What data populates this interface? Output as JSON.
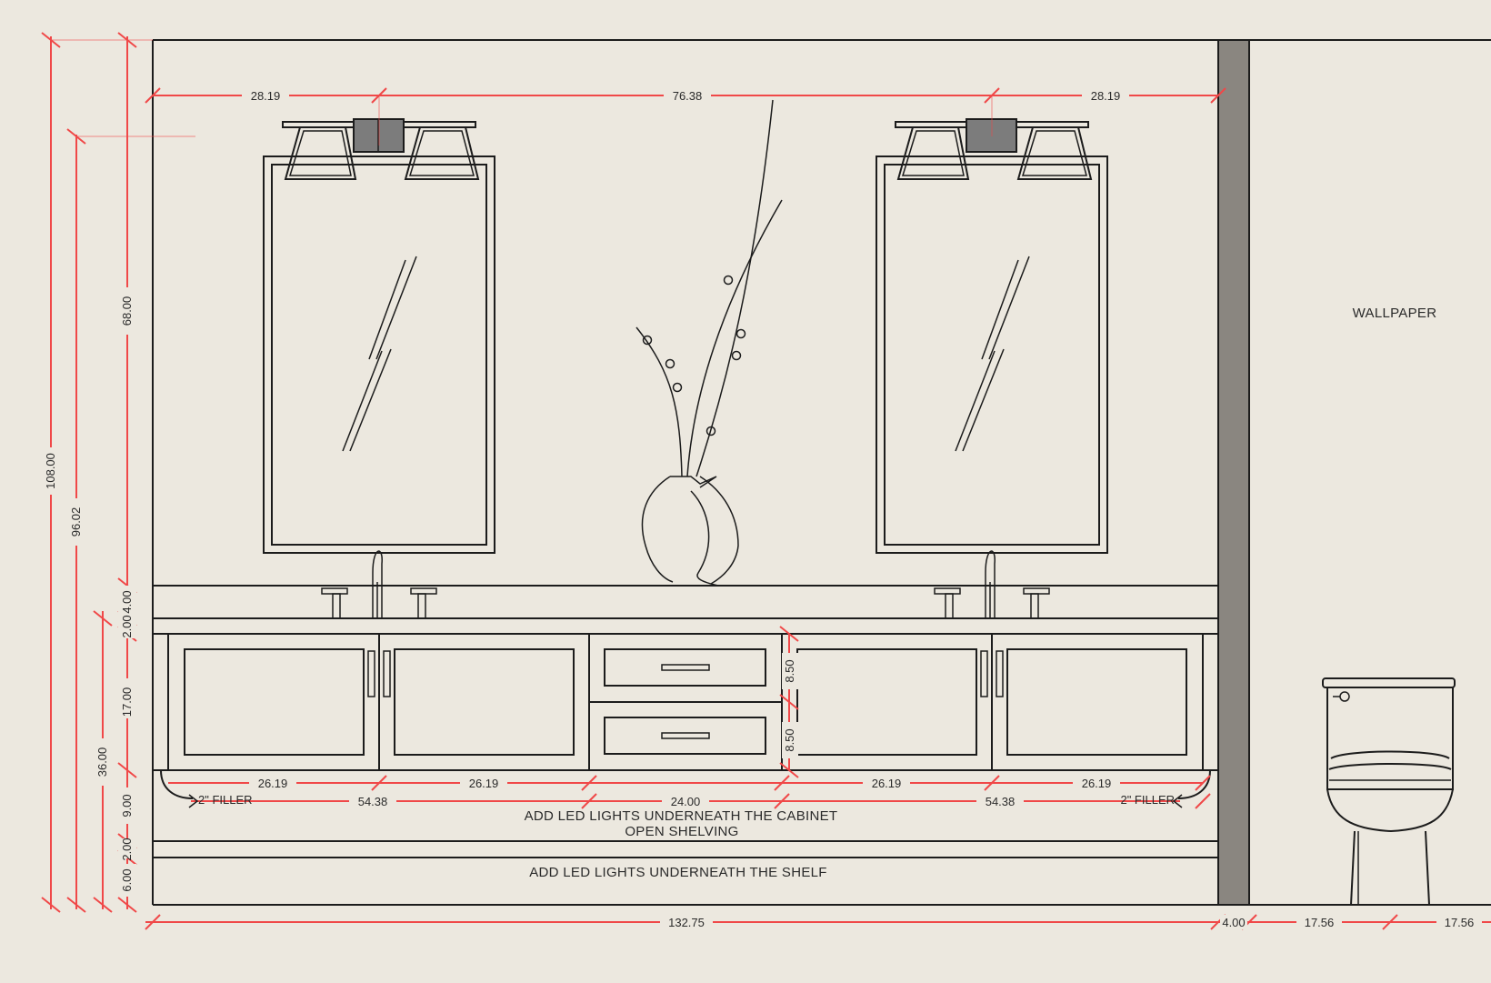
{
  "colors": {
    "background": "#ece8df",
    "line": "#1c1c1c",
    "dimension": "#f04848",
    "wall_section": "#8a8680",
    "sconce_box": "#7c7c7c"
  },
  "labels": {
    "wallpaper": "WALLPAPER",
    "filler_left": "2\" FILLER",
    "filler_right": "2\" FILLER",
    "led_cabinet": "ADD LED LIGHTS UNDERNEATH THE CABINET",
    "open_shelving": "OPEN SHELVING",
    "led_shelf": "ADD LED LIGHTS UNDERNEATH THE SHELF"
  },
  "dims": {
    "top_left": "28.19",
    "top_center": "76.38",
    "top_right": "28.19",
    "total_height": "108.00",
    "mirror_top_height": "96.02",
    "above_counter": "68.00",
    "counter_thickness": "4.00",
    "counter_gap": "2.00",
    "cabinet_height": "17.00",
    "vanity_height": "36.00",
    "open_gap": "9.00",
    "shelf_thickness": "2.00",
    "shelf_bottom": "6.00",
    "drawer_top": "8.50",
    "drawer_bottom": "8.50",
    "door_1": "26.19",
    "door_2": "26.19",
    "door_3": "26.19",
    "door_4": "26.19",
    "sink_left": "54.38",
    "drawer_width": "24.00",
    "sink_right": "54.38",
    "total_width": "132.75",
    "wall_thickness": "4.00",
    "toilet_left": "17.56",
    "toilet_right": "17.56"
  }
}
